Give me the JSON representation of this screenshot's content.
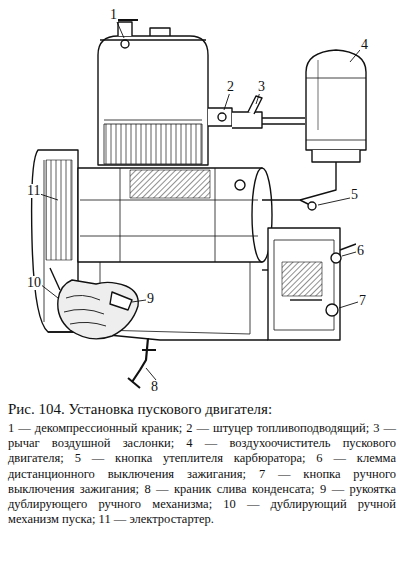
{
  "diagram": {
    "title": "Рис. 104. Установка пускового двигателя:",
    "caption": "1 — декомпрессионный краник; 2 — штуцер топливоподводящий; 3 — рычаг воздушной заслонки; 4 — воздухоочиститель пускового двигателя; 5 — кнопка утеплителя карбюратора; 6 — клемма дистанционного выключения зажигания; 7 — кнопка ручного выключения зажигания; 8 — краник слива конденсата; 9 — рукоятка дублирующего ручного механизма; 10 — дублирующий ручной механизм пуска; 11 — электростартер.",
    "labels": [
      "1",
      "2",
      "3",
      "4",
      "5",
      "6",
      "7",
      "8",
      "9",
      "10",
      "11"
    ]
  }
}
